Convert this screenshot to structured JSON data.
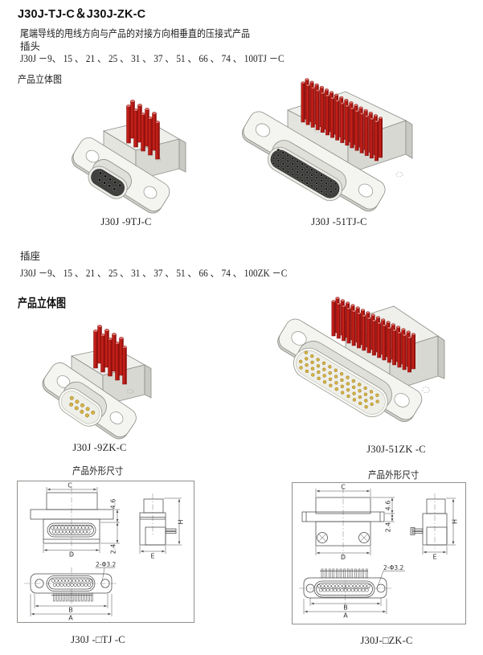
{
  "page": {
    "title": "J30J-TJ-C＆J30J-ZK-C",
    "intro": "尾端导线的甩线方向与产品的对接方向相垂直的压接式产品",
    "plug_section": {
      "label": "插头",
      "models": "J30J －9、 15 、 21 、 25 、 31 、 37 、 51 、 66 、 74 、 100TJ －C",
      "view_heading": "产品立体图"
    },
    "socket_section": {
      "label": "插座",
      "models": "J30J －9、 15 、 21 、 25 、 31 、 37 、 51 、 66 、 74 、 100ZK －C",
      "view_heading": "产品立体图"
    }
  },
  "products": [
    {
      "id": "tj9",
      "caption": "J30J -9TJ-C",
      "contacts": 9,
      "type": "plug"
    },
    {
      "id": "tj51",
      "caption": "J30J -51TJ-C",
      "contacts": 51,
      "type": "plug"
    },
    {
      "id": "zk9",
      "caption": "J30J -9ZK-C",
      "contacts": 9,
      "type": "socket"
    },
    {
      "id": "zk51",
      "caption": "J30J-51ZK -C",
      "contacts": 51,
      "type": "socket"
    }
  ],
  "drawings": {
    "left": {
      "heading": "产品外形尺寸",
      "caption": "J30J -□TJ -C",
      "dims": {
        "c": "C",
        "d": "D",
        "h": "H",
        "e": "E",
        "b": "B",
        "a": "A",
        "t1": "4.6",
        "t2": "2.4",
        "holes": "2-Φ3.2"
      }
    },
    "right": {
      "heading": "产品外形尺寸",
      "caption": "J30J-□ZK-C",
      "dims": {
        "c": "C",
        "d": "D",
        "h": "H",
        "e": "E",
        "b": "B",
        "a": "A",
        "t1": "4.6",
        "t2": "2.4",
        "holes": "2-Φ3.2"
      }
    }
  },
  "colors": {
    "pin_red": "#c22018",
    "gold": "#d8b545",
    "body_gray": "#f2f2ee",
    "line": "#4a4a4a"
  }
}
